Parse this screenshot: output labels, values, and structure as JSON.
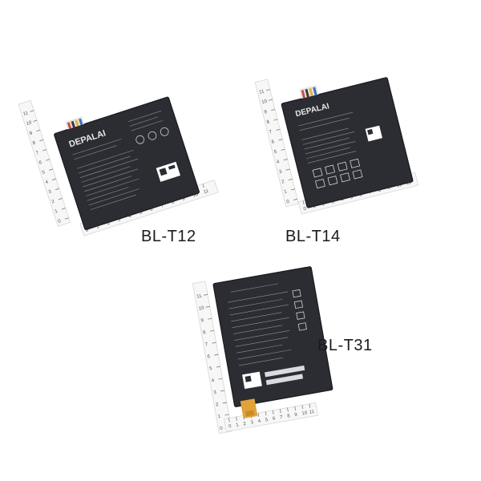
{
  "products": [
    {
      "model_label": "BL-T12",
      "brand": "DEPALAI",
      "color": "#2b2d33"
    },
    {
      "model_label": "BL-T14",
      "brand": "DEPALAI",
      "color": "#2b2d33"
    },
    {
      "model_label": "BL-T31",
      "brand": "",
      "color": "#2b2d33"
    }
  ],
  "ruler_numbers": [
    "0",
    "1",
    "2",
    "3",
    "4",
    "5",
    "6",
    "7",
    "8",
    "9",
    "10",
    "11"
  ]
}
